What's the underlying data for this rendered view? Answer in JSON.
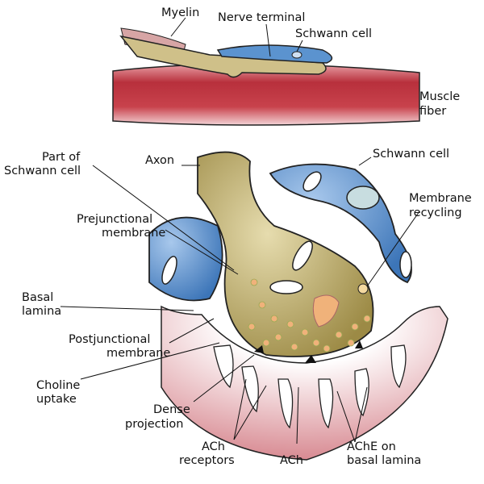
{
  "overview": {
    "myelin": "Myelin",
    "nerve_terminal": "Nerve terminal",
    "schwann_cell": "Schwann cell",
    "muscle_fiber": [
      "Muscle",
      "fiber"
    ]
  },
  "detail": {
    "part_of_schwann_cell": [
      "Part of",
      "Schwann cell"
    ],
    "axon": "Axon",
    "schwann_cell": "Schwann cell",
    "membrane_recycling": [
      "Membrane",
      "recycling"
    ],
    "prejunctional_membrane": [
      "Prejunctional",
      "membrane"
    ],
    "basal_lamina": [
      "Basal",
      "lamina"
    ],
    "postjunctional_membrane": [
      "Postjunctional",
      "membrane"
    ],
    "choline_uptake": [
      "Choline",
      "uptake"
    ],
    "dense_projection": [
      "Dense",
      "projection"
    ],
    "ach_receptors": [
      "ACh",
      "receptors"
    ],
    "ach": "ACh",
    "ache_on_basal_lamina": [
      "AChE on",
      "basal lamina"
    ]
  },
  "colors": {
    "nerve": "#c9b77a",
    "schwann": "#5b93cf",
    "muscle": "#b8303c",
    "vesicle": "#f0b27a"
  }
}
